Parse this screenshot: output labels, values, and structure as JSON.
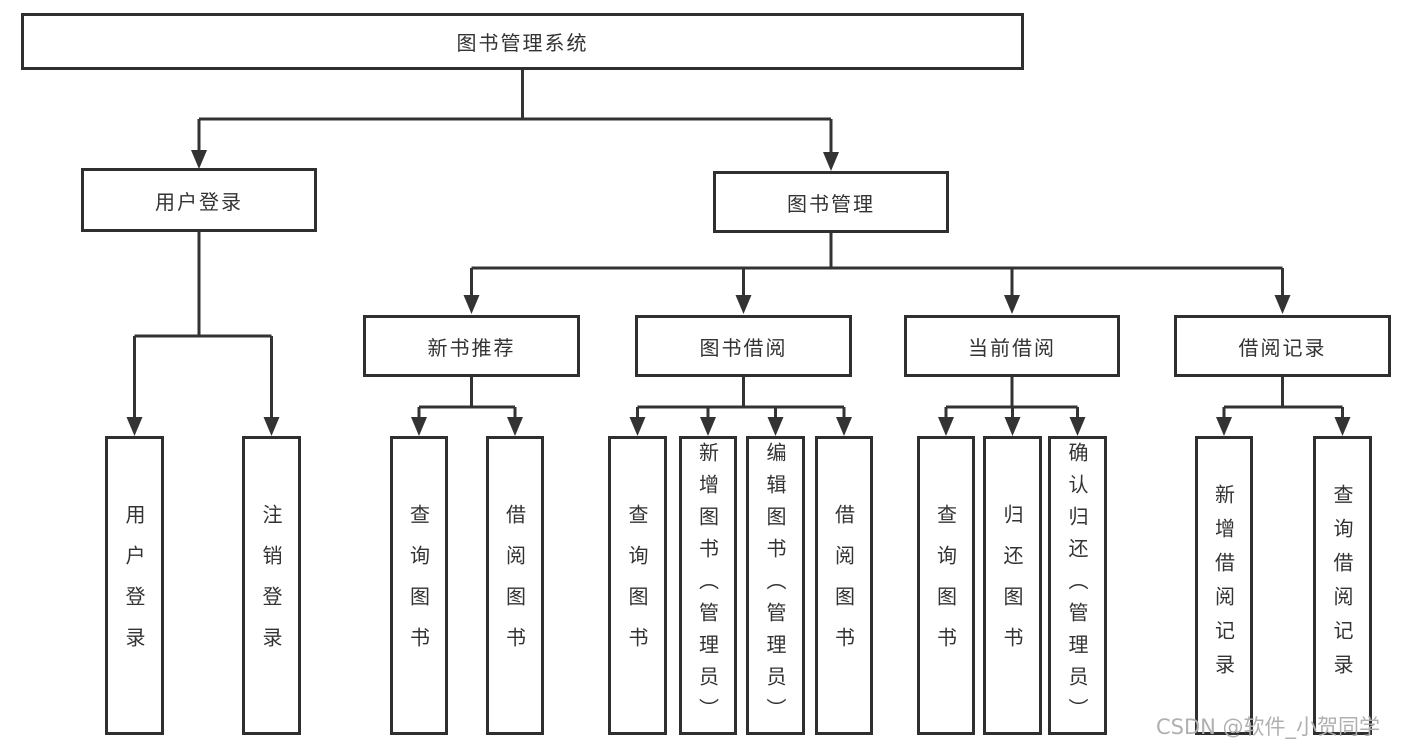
{
  "root": {
    "label": "图书管理系统"
  },
  "branches": [
    {
      "label": "用户登录",
      "leaves": [
        {
          "label": "用户登录"
        },
        {
          "label": "注销登录"
        }
      ]
    },
    {
      "label": "图书管理",
      "groups": [
        {
          "label": "新书推荐",
          "leaves": [
            {
              "label": "查询图书"
            },
            {
              "label": "借阅图书"
            }
          ]
        },
        {
          "label": "图书借阅",
          "leaves": [
            {
              "label": "查询图书"
            },
            {
              "label": "新增图书（管理员）"
            },
            {
              "label": "编辑图书（管理员）"
            },
            {
              "label": "借阅图书"
            }
          ]
        },
        {
          "label": "当前借阅",
          "leaves": [
            {
              "label": "查询图书"
            },
            {
              "label": "归还图书"
            },
            {
              "label": "确认归还（管理员）"
            }
          ]
        },
        {
          "label": "借阅记录",
          "leaves": [
            {
              "label": "新增借阅记录"
            },
            {
              "label": "查询借阅记录"
            }
          ]
        }
      ]
    }
  ],
  "watermark": "CSDN @软件_小贺同学",
  "colors": {
    "background": "#ffffff",
    "line": "#333333",
    "box_border": "#2f2f2f",
    "text": "#333333",
    "watermark": "#b0b0b0"
  }
}
